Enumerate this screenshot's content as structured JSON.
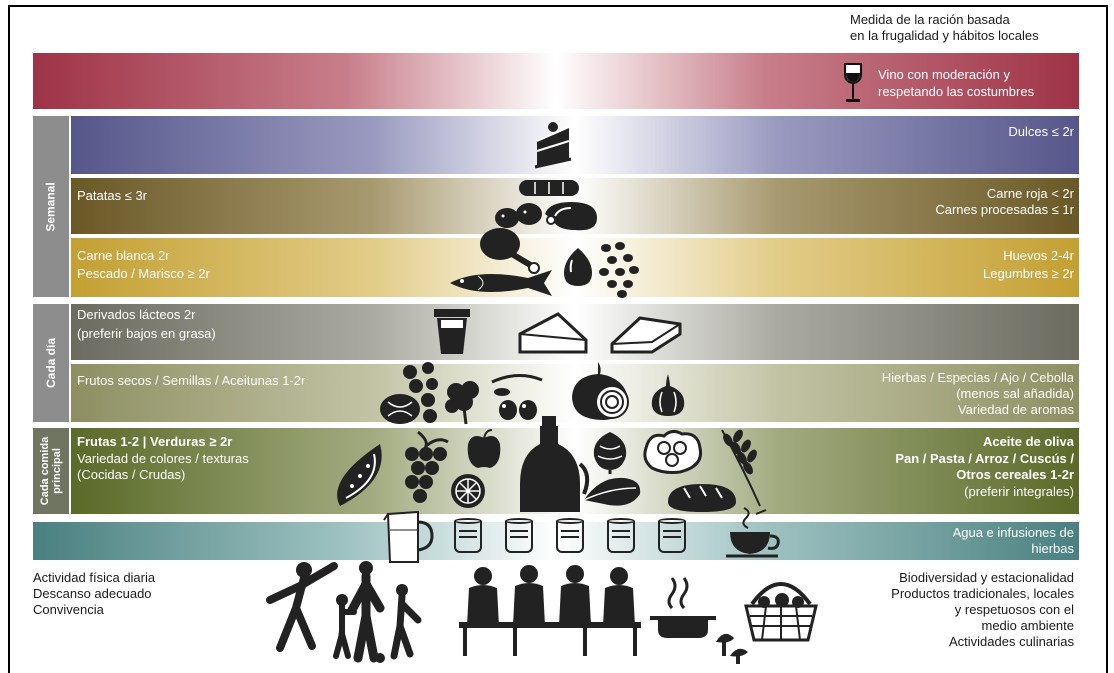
{
  "header": {
    "measure_line1": "Medida de la ración basada",
    "measure_line2": "en la frugalidad y hábitos locales"
  },
  "wine": {
    "line1": "Vino con moderación y",
    "line2": "respetando las costumbres",
    "color": "#a0384a"
  },
  "sections": {
    "weekly": "Semanal",
    "daily": "Cada día",
    "meal_line1": "Cada comida",
    "meal_line2": "principal"
  },
  "sweets": {
    "right": "Dulces ≤ 2r",
    "color": "#5a5a8c"
  },
  "meat": {
    "left": "Patatas ≤ 3r",
    "right1": "Carne roja < 2r",
    "right2": "Carnes procesadas ≤ 1r",
    "color": "#6b5a2e"
  },
  "fish": {
    "left1": "Carne blanca 2r",
    "left2": "Pescado / Marisco ≥ 2r",
    "right1": "Huevos 2-4r",
    "right2": "Legumbres ≥ 2r",
    "color": "#c9a13a"
  },
  "dairy": {
    "left1": "Derivados lácteos 2r",
    "left2": "(preferir bajos en grasa)",
    "color": "#707065"
  },
  "nuts": {
    "left": "Frutos secos / Semillas / Aceitunas 1-2r",
    "right1": "Hierbas / Especias / Ajo / Cebolla",
    "right2": "(menos sal añadida)",
    "right3": "Variedad de aromas",
    "color": "#8c8f64"
  },
  "meal": {
    "left1": "Frutas 1-2 | Verduras ≥ 2r",
    "left2": "Variedad de colores / texturas",
    "left3": "(Cocidas / Crudas)",
    "right1": "Aceite de oliva",
    "right2": "Pan / Pasta / Arroz / Cuscús /",
    "right3": "Otros cereales 1-2r",
    "right4": "(preferir integrales)",
    "color": "#5c6a2e"
  },
  "water": {
    "line1": "Agua e infusiones de",
    "line2": "hierbas",
    "color": "#4f8a8a"
  },
  "base": {
    "left1": "Actividad física diaria",
    "left2": "Descanso adecuado",
    "left3": "Convivencia",
    "right1": "Biodiversidad y estacionalidad",
    "right2": "Productos tradicionales, locales",
    "right3": "y respetuosos con el",
    "right4": "medio ambiente",
    "right5": "Actividades culinarias"
  }
}
